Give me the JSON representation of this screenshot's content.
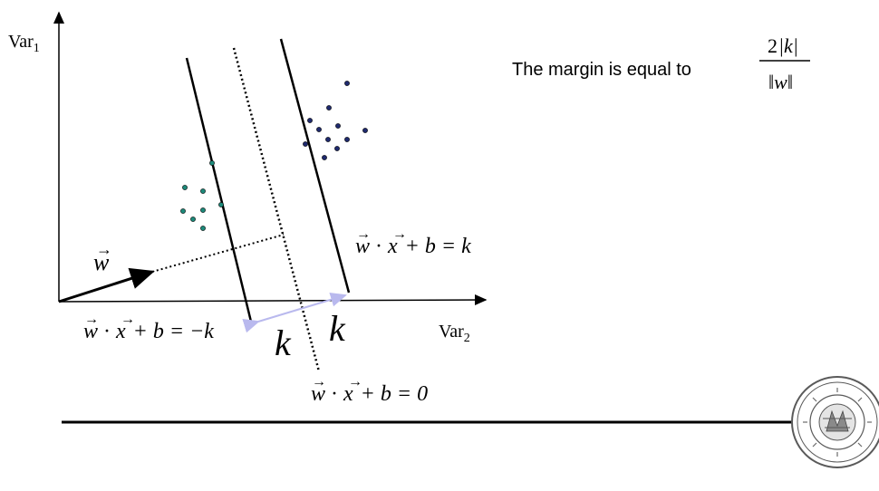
{
  "axes": {
    "y_label": {
      "base": "Var",
      "sub": "1"
    },
    "x_label": {
      "base": "Var",
      "sub": "2"
    }
  },
  "vector_label": {
    "arrow": "→",
    "letter": "w"
  },
  "equations": {
    "upper": {
      "w": "w",
      "dot1": "·",
      "x": "x",
      "rest": "+ b = k"
    },
    "lower": {
      "w": "w",
      "dot1": "·",
      "x": "x",
      "rest": "+ b = −k"
    },
    "middle": {
      "w": "w",
      "dot1": "·",
      "x": "x",
      "rest": "+ b = 0"
    }
  },
  "margin_labels": {
    "left": "k",
    "right": "k"
  },
  "margin_text": {
    "prefix": "The margin is equal to",
    "numerator_2": "2",
    "numerator_k": "|k|",
    "denominator": "‖w‖"
  },
  "colors": {
    "class_a": "#1f2a6e",
    "class_b": "#1d8a7a",
    "margin_arrow": "#b9b9ee",
    "seal": "#5a5a5a"
  },
  "logo": {
    "name": "university-seal"
  }
}
